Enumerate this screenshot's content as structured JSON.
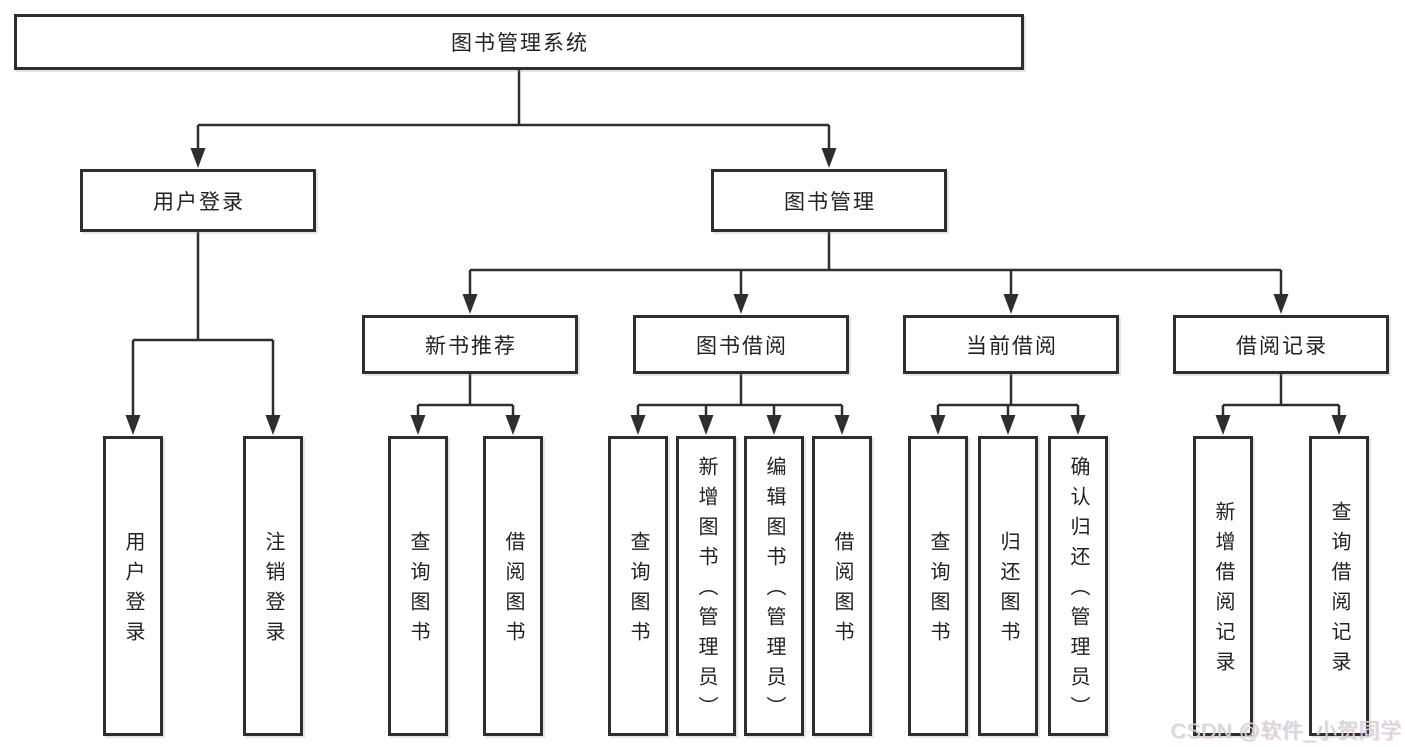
{
  "root": {
    "label": "图书管理系统"
  },
  "level2": [
    {
      "label": "用户登录"
    },
    {
      "label": "图书管理"
    }
  ],
  "level3": [
    {
      "label": "新书推荐"
    },
    {
      "label": "图书借阅"
    },
    {
      "label": "当前借阅"
    },
    {
      "label": "借阅记录"
    }
  ],
  "leaves": [
    {
      "label": "用户登录"
    },
    {
      "label": "注销登录"
    },
    {
      "label": "查询图书"
    },
    {
      "label": "借阅图书"
    },
    {
      "label": "查询图书"
    },
    {
      "label": "新增图书（管理员）"
    },
    {
      "label": "编辑图书（管理员）"
    },
    {
      "label": "借阅图书"
    },
    {
      "label": "查询图书"
    },
    {
      "label": "归还图书"
    },
    {
      "label": "确认归还（管理员）"
    },
    {
      "label": "新增借阅记录"
    },
    {
      "label": "查询借阅记录"
    }
  ],
  "watermark": {
    "text": "CSDN @软件_小贺同学"
  },
  "colors": {
    "line": "#2e2e2e",
    "box_border": "#2e2e2e",
    "box_fill": "#ffffff",
    "text": "#222222",
    "watermark": "#d7d7d7"
  }
}
